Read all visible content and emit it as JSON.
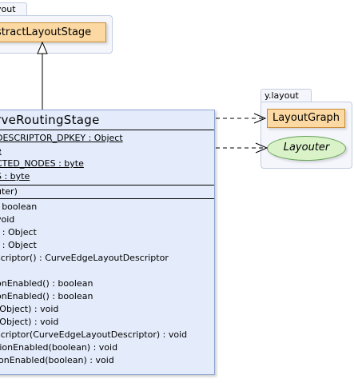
{
  "packages": {
    "top": {
      "label": "yout"
    },
    "right": {
      "label": "y.layout"
    }
  },
  "classes": {
    "abstract_stage": {
      "label": "stractLayoutStage"
    },
    "layout_graph": {
      "label": "LayoutGraph"
    },
    "layouter": {
      "label": "Layouter"
    }
  },
  "main_class": {
    "title": "rveRoutingStage",
    "fields": [
      {
        "text": "DESCRIPTOR_DPKEY : Object",
        "static": true
      },
      {
        "text": "e",
        "static": true
      },
      {
        "text": "CTED_NODES : byte",
        "static": true
      },
      {
        "text": "S : byte",
        "static": true
      }
    ],
    "constructors": [
      {
        "text": "uter)"
      }
    ],
    "methods": [
      {
        "text": ": boolean"
      },
      {
        "text": " void"
      },
      {
        "text": ") : Object"
      },
      {
        "text": ") : Object"
      },
      {
        "text": "scriptor() : CurveEdgeLayoutDescriptor"
      },
      {
        "text": ""
      },
      {
        "text": "onEnabled() : boolean"
      },
      {
        "text": "onEnabled() : boolean"
      },
      {
        "text": "(Object) : void"
      },
      {
        "text": "(Object) : void"
      },
      {
        "text": "scriptor(CurveEdgeLayoutDescriptor) : void"
      },
      {
        "text": "tionEnabled(boolean) : void"
      },
      {
        "text": "ionEnabled(boolean) : void"
      }
    ]
  }
}
